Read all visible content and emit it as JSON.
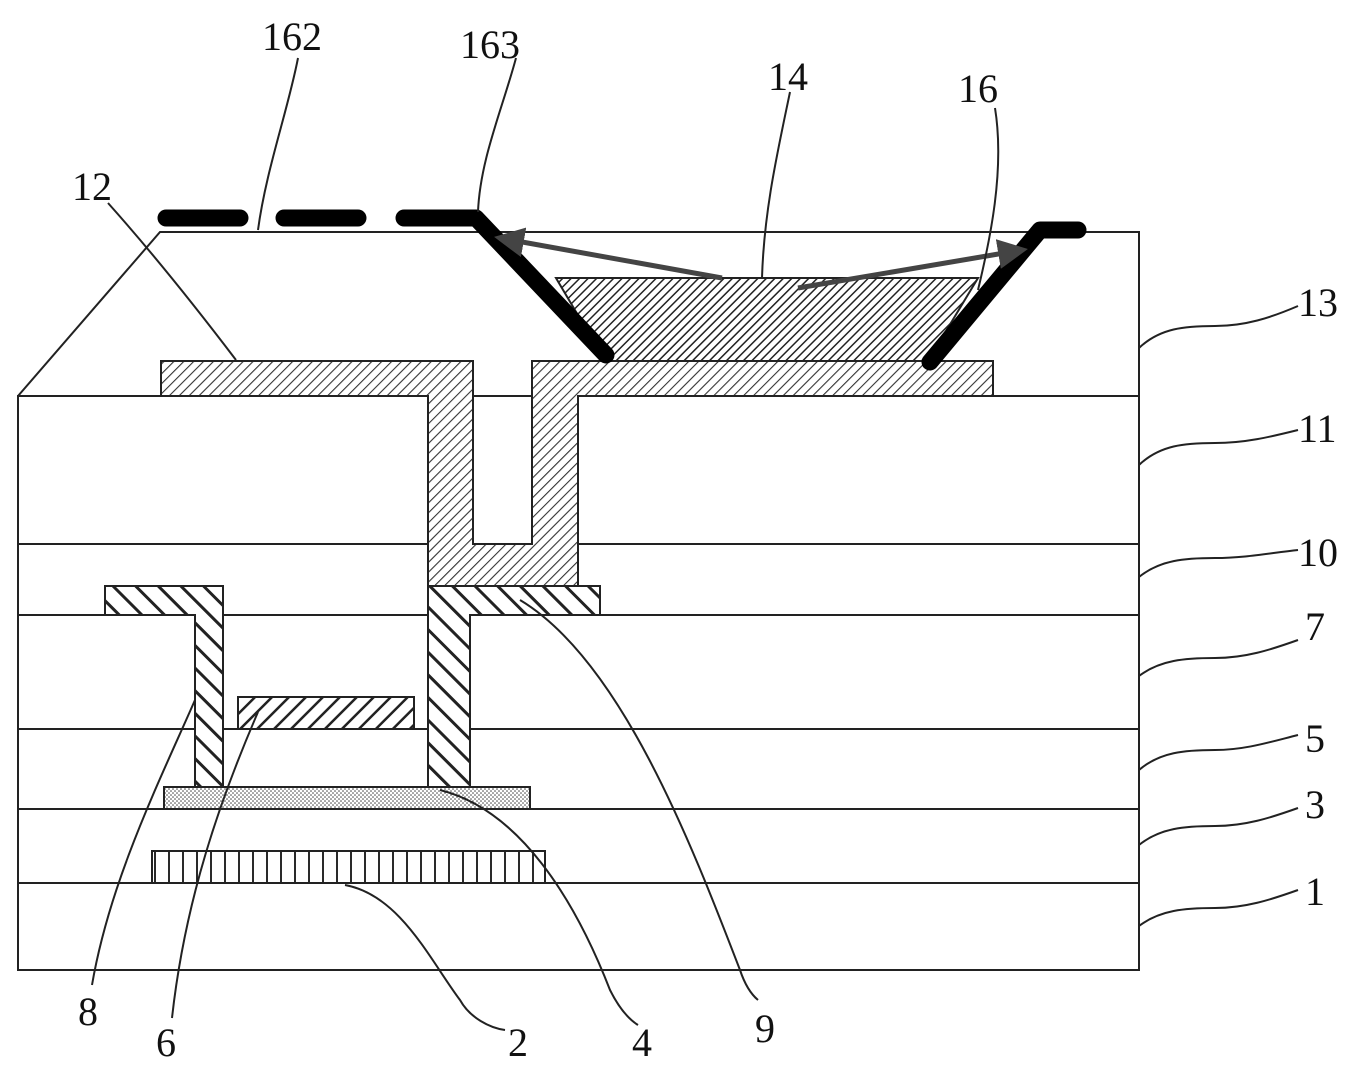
{
  "figure": {
    "labels": {
      "l1": "1",
      "l2": "2",
      "l3": "3",
      "l4": "4",
      "l5": "5",
      "l6": "6",
      "l7": "7",
      "l8": "8",
      "l9": "9",
      "l10": "10",
      "l11": "11",
      "l12": "12",
      "l13": "13",
      "l14": "14",
      "l16": "16",
      "l162": "162",
      "l163": "163"
    }
  }
}
